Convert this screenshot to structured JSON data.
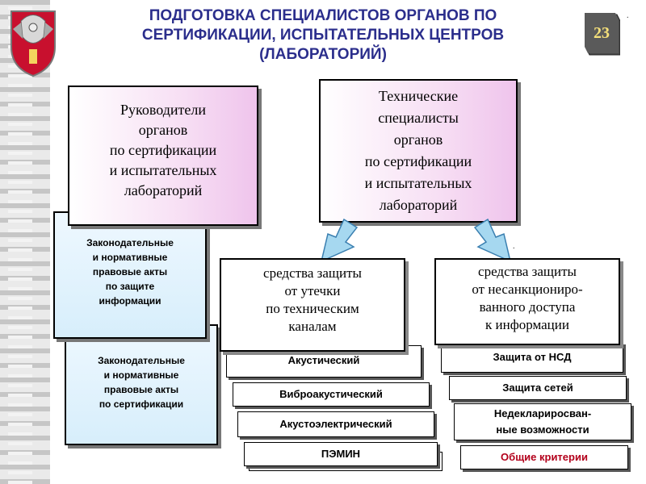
{
  "title": {
    "line1": "ПОДГОТОВКА СПЕЦИАЛИСТОВ ОРГАНОВ ПО",
    "line2": "СЕРТИФИКАЦИИ, ИСПЫТАТЕЛЬНЫХ ЦЕНТРОВ",
    "line3": "(ЛАБОРАТОРИЙ)"
  },
  "slide_number": "23",
  "left_box": {
    "line1": "Руководители",
    "line2": "органов",
    "line3": "по сертификации",
    "line4": "и испытательных",
    "line5": "лабораторий"
  },
  "right_box": {
    "line1": "Технические",
    "line2": "специалисты",
    "line3": "органов",
    "line4": "по сертификации",
    "line5": "и испытательных",
    "line6": "лабораторий"
  },
  "legal_protection": {
    "line1": "Законодательные",
    "line2": "и нормативные",
    "line3": "правовые акты",
    "line4": "по защите",
    "line5": "информации"
  },
  "legal_certification": {
    "line1": "Законодательные",
    "line2": "и нормативные",
    "line3": "правовые акты",
    "line4": "по сертификации"
  },
  "leakage": {
    "line1": "средства защиты",
    "line2": "от утечки",
    "line3": "по техническим",
    "line4": "каналам",
    "items": [
      "Акустический",
      "Виброакустический",
      "Акустоэлектрический",
      "ПЭМИН"
    ]
  },
  "unauthorized": {
    "line1": "средства защиты",
    "line2": "от несанкциониро-",
    "line3": "ванного доступа",
    "line4": "к информации",
    "items": [
      "Защита от НСД",
      "Защита сетей",
      "Недеклариросван-",
      "ные возможности",
      "Общие критерии"
    ]
  },
  "colors": {
    "title": "#2b2e8c",
    "accent_red": "#b3001b",
    "arrow": "#9fd3ee"
  }
}
